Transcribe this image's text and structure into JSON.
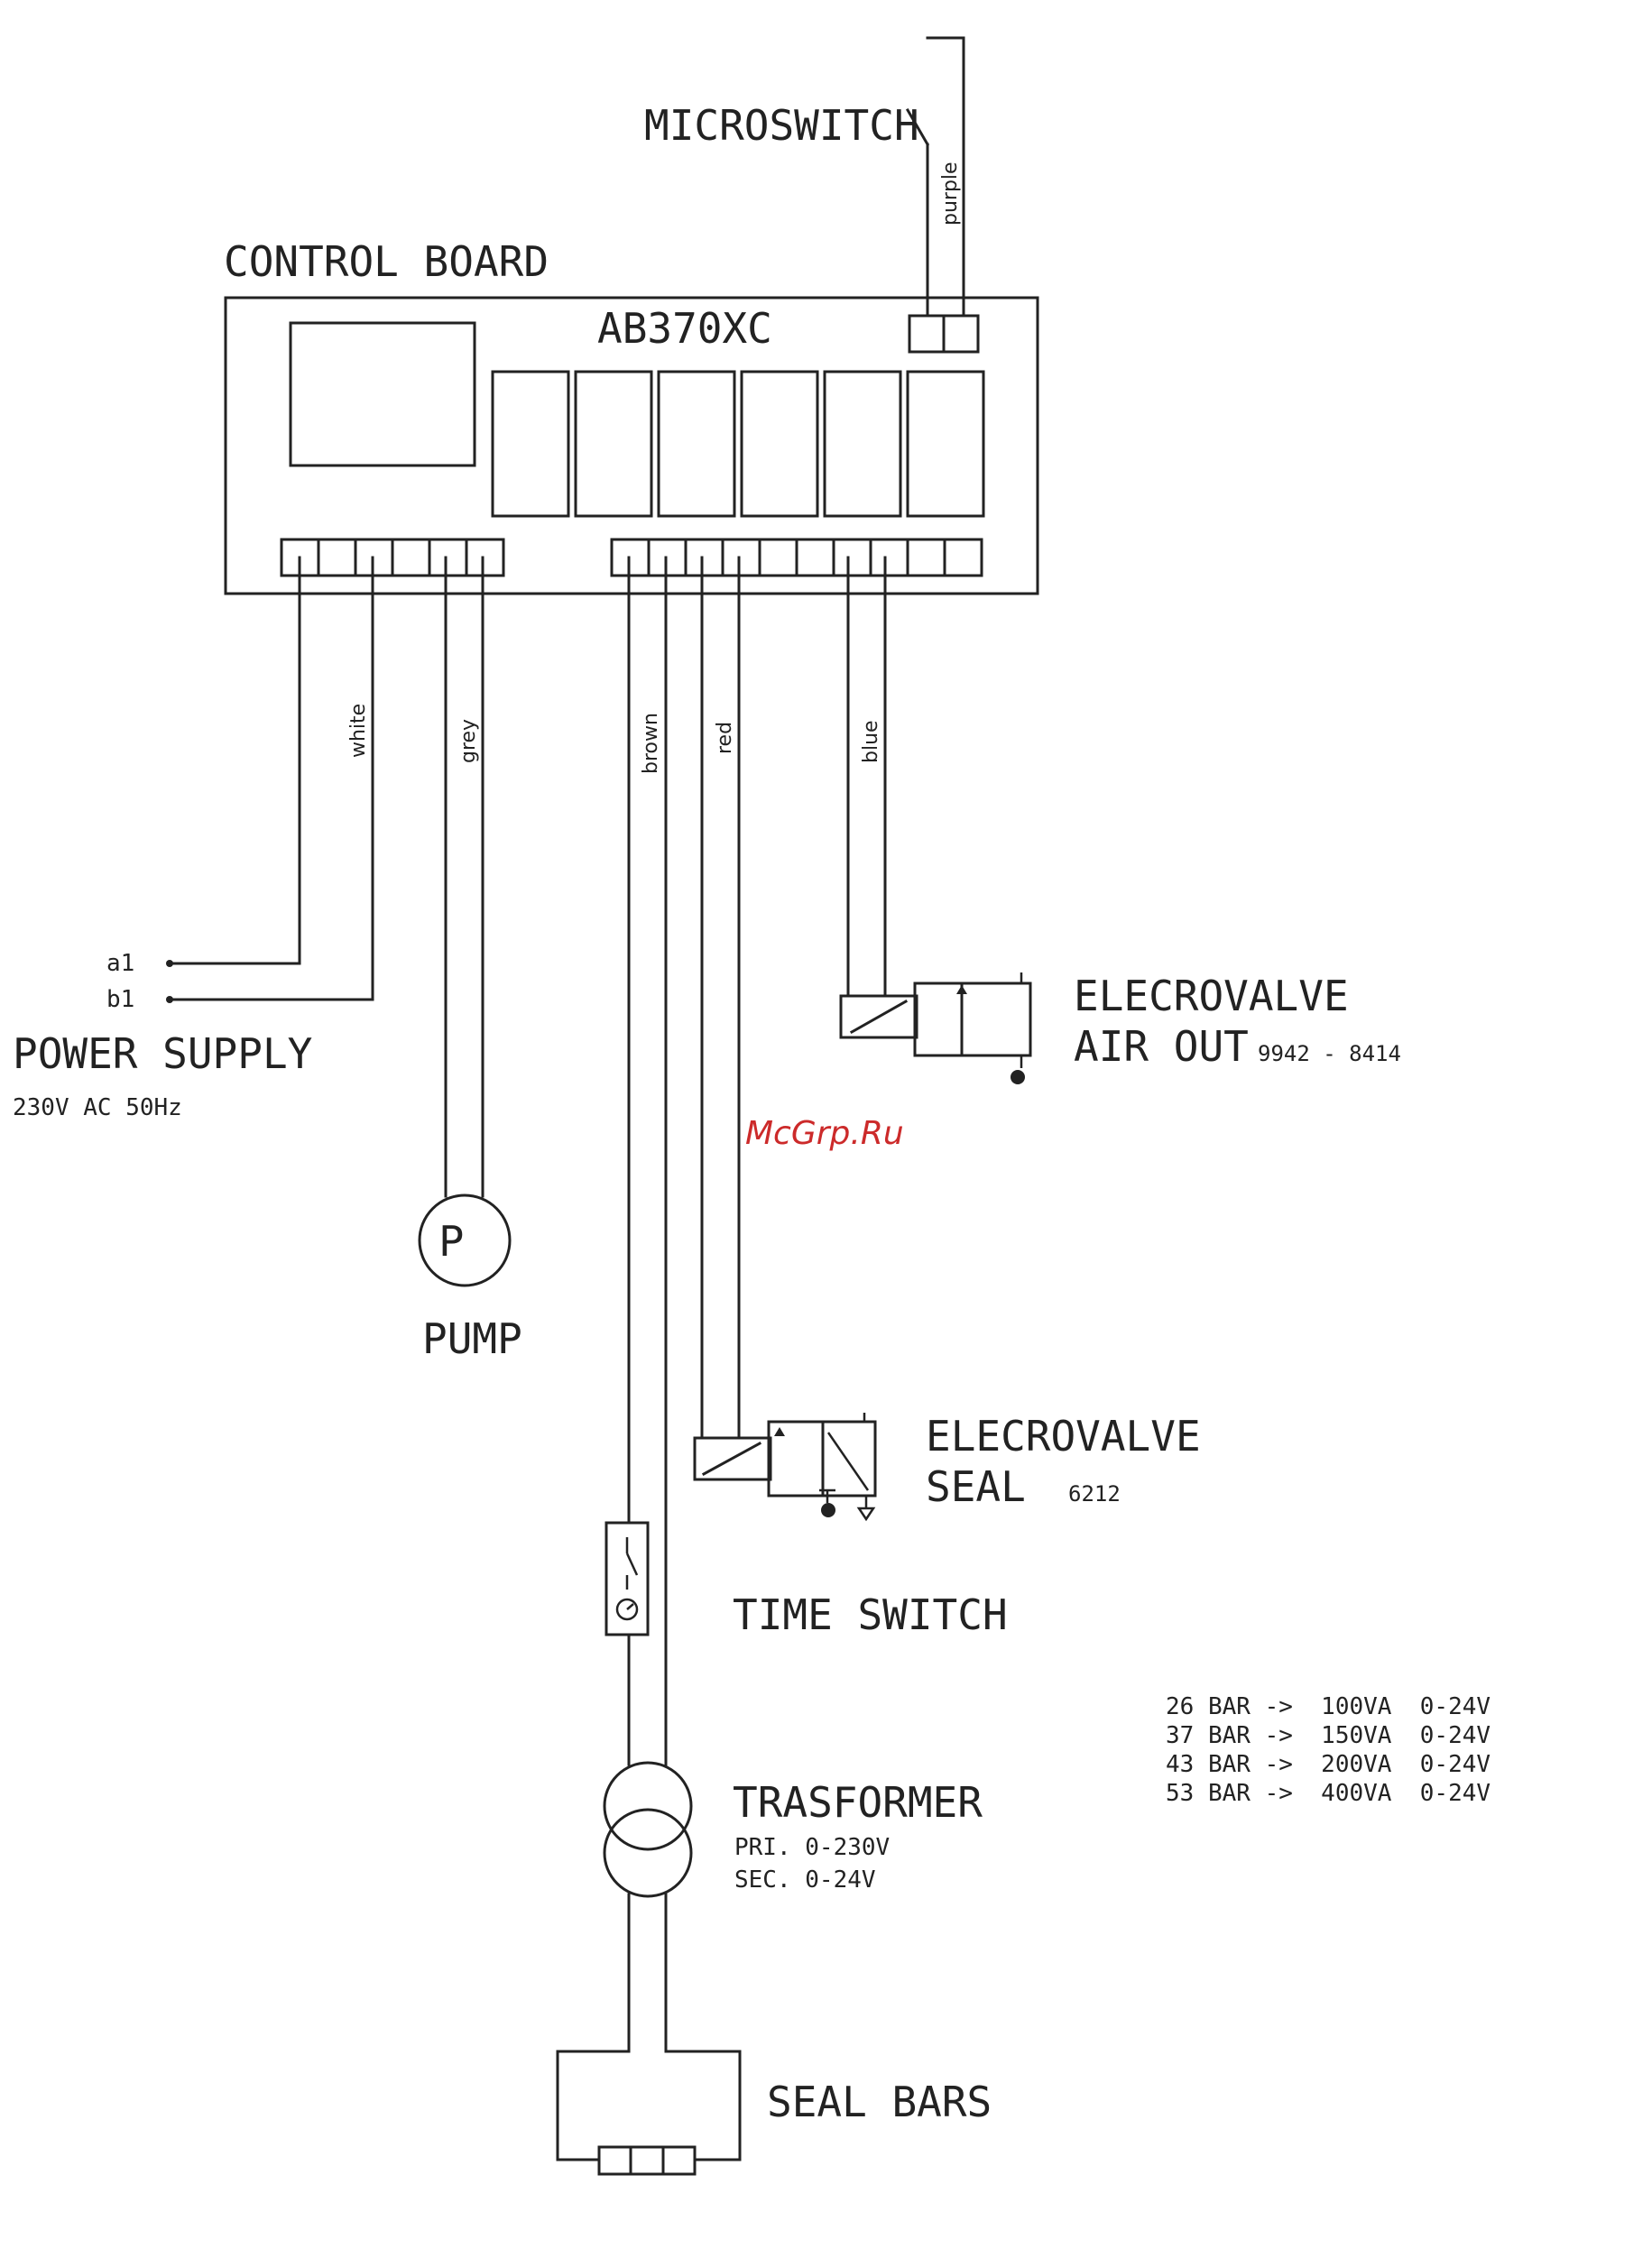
{
  "labels": {
    "microswitch": "MICROSWITCH",
    "control_board": "CONTROL BOARD",
    "board_model": "AB370XC",
    "power_supply": "POWER SUPPLY",
    "power_spec": "230V AC 50Hz",
    "terminal_a1": "a1",
    "terminal_b1": "b1",
    "pump": "PUMP",
    "pump_symbol": "P",
    "valve_air_title": "ELECROVALVE",
    "valve_air_sub": "AIR OUT",
    "valve_air_code": "9942 - 8414",
    "valve_seal_title": "ELECROVALVE",
    "valve_seal_sub": "SEAL",
    "valve_seal_code": "6212",
    "time_switch": "TIME SWITCH",
    "transformer": "TRASFORMER",
    "transformer_pri": "PRI. 0-230V",
    "transformer_sec": "SEC. 0-24V",
    "seal_bars": "SEAL BARS",
    "watermark": "McGrp.Ru"
  },
  "wires": {
    "white": "white",
    "grey": "grey",
    "brown": "brown",
    "red": "red",
    "blue": "blue",
    "purple": "purple"
  },
  "ratings": [
    "26 BAR ->  100VA  0-24V",
    "37 BAR ->  150VA  0-24V",
    "43 BAR ->  200VA  0-24V",
    "53 BAR ->  400VA  0-24V"
  ]
}
